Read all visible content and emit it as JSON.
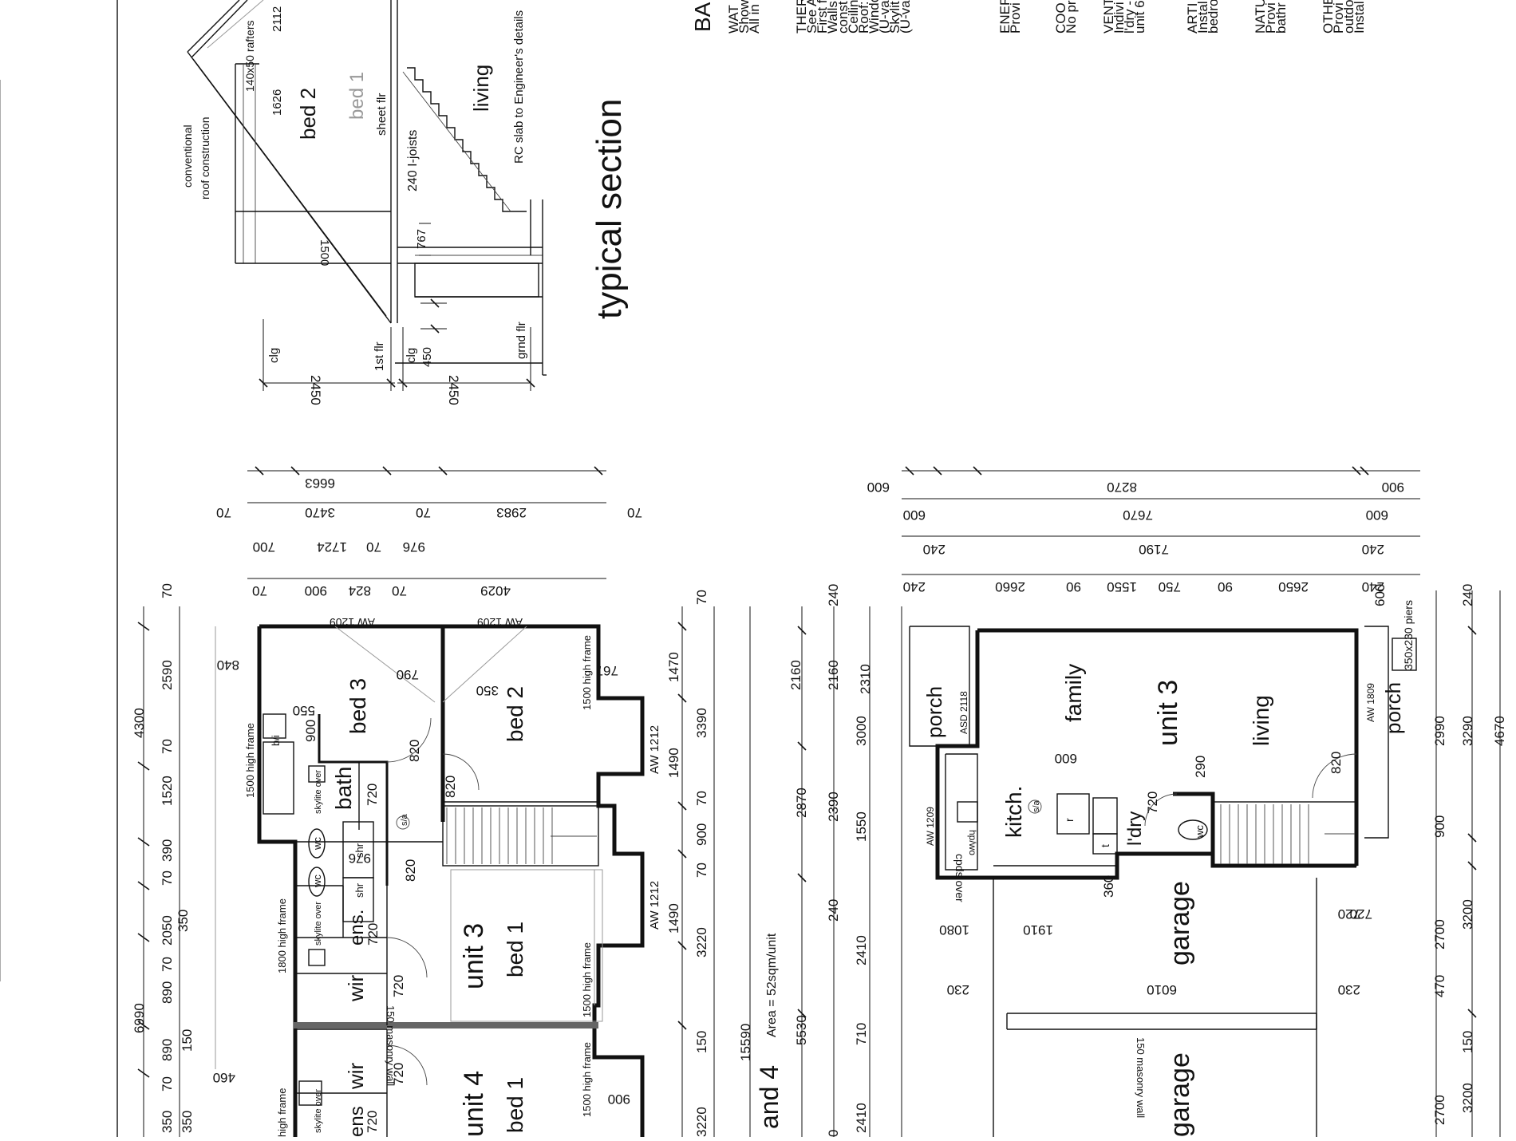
{
  "section": {
    "title": "typical section",
    "labels": {
      "conventional": "conventional",
      "roof_construction": "roof construction",
      "rafters": "140x50 rafters",
      "bed2": "bed 2",
      "bed1": "bed 1",
      "sheet_flr": "sheet flr",
      "i_joists": "240 I-joists",
      "living": "living",
      "rc_slab": "RC slab to Engineer's details",
      "clg_upper": "clg",
      "first_flr": "1st flr",
      "clg_lower": "clg",
      "clg_450": "450",
      "grnd_flr": "grnd flr"
    },
    "dims": [
      "2112",
      "1626",
      "1500",
      "767",
      "2450",
      "2450"
    ]
  },
  "notes": {
    "heading": "BA",
    "lines": [
      [
        "WAT",
        "Show",
        "All in"
      ],
      [
        "THER",
        "See A",
        "First f",
        "Walls",
        "const",
        "Ceilin",
        "Roof:",
        "Windo",
        "(U-va",
        "Skylit",
        "(U-va"
      ],
      [
        "ENER",
        "Provi"
      ],
      [
        "COO",
        "No pr"
      ],
      [
        "VENT",
        "Indivi",
        "l'dry -",
        "unit 6"
      ],
      [
        "ARTI",
        "Instal",
        "bedro"
      ],
      [
        "NATU",
        "Provi",
        "bathr"
      ],
      [
        "OTHE",
        "Provi",
        "outdo",
        "Instal"
      ]
    ]
  },
  "upper_plan": {
    "rooms": {
      "bed3": "bed 3",
      "bed2": "bed 2",
      "bath": "bath",
      "bi": "b/i",
      "wc1": "wc",
      "shr1": "shr",
      "wc2": "wc",
      "shr2": "shr",
      "ens": "ens.",
      "wir": "wir",
      "unit3": "unit 3",
      "bed1": "bed 1",
      "wir4": "wir",
      "ens4": "ens",
      "unit4": "unit 4",
      "bed1_4": "bed 1",
      "skylite1": "skylite over",
      "skylite2": "skylite over",
      "skylite3": "skylite over",
      "sa": "s/a"
    },
    "notes": {
      "frame1500_a": "1500 high frame",
      "frame1500_b": "1500 high frame",
      "frame1500_c": "1500 high frame",
      "frame1500_d": "1500 high frame",
      "frame1800": "1800 high frame",
      "frame_high": "high frame",
      "masonry": "150 masonry wall",
      "aw1209_a": "AW 1209",
      "aw1209_b": "AW 1209",
      "aw1212_a": "AW 1212",
      "aw1212_b": "AW 1212",
      "area": "Area = 52sqm/unit",
      "and4": "and 4"
    },
    "dims_left": [
      "70",
      "2590",
      "4300",
      "70",
      "1520",
      "390",
      "70",
      "2050",
      "350",
      "70",
      "890",
      "6990",
      "890",
      "150",
      "70",
      "350",
      "350"
    ],
    "dims_top": [
      "6663",
      "70",
      "3470",
      "70",
      "2983",
      "70",
      "700",
      "1724",
      "70",
      "976",
      "70",
      "900",
      "824",
      "70",
      "4029"
    ],
    "dims_right": [
      "70",
      "1470",
      "3390",
      "1490",
      "70",
      "900",
      "70",
      "1490",
      "3220",
      "150",
      "15590",
      "3220"
    ],
    "dims_inner": [
      "840",
      "550",
      "900",
      "790",
      "350",
      "767",
      "820",
      "720",
      "820",
      "976",
      "820",
      "720",
      "720",
      "720",
      "460",
      "720",
      "900"
    ]
  },
  "ground_plan": {
    "rooms": {
      "porch1": "porch",
      "asd": "ASD 2118",
      "family": "family",
      "unit3": "unit 3",
      "living": "living",
      "aw1809": "AW 1809",
      "porch2": "porch",
      "kitch": "kitch.",
      "aw1209": "AW 1209",
      "cpds": "cpds over",
      "hpwo": "hp/wo",
      "r": "r",
      "t": "t",
      "ldry": "l'dry",
      "wc": "wc",
      "garage": "garage",
      "garage2": "garage",
      "masonry": "150 masonry wall",
      "piers": "350x230 piers",
      "sa": "s/a"
    },
    "dims_top": [
      "600",
      "8270",
      "900",
      "600",
      "7670",
      "600",
      "240",
      "7190",
      "240",
      "240",
      "2660",
      "90",
      "1550",
      "750",
      "90",
      "2650",
      "240"
    ],
    "dims_left": [
      "240",
      "2160",
      "2160",
      "2310",
      "3000",
      "2870",
      "2390",
      "1550",
      "240",
      "2410",
      "5530",
      "710",
      "2410",
      "0"
    ],
    "dims_right": [
      "600",
      "240",
      "2990",
      "3290",
      "4670",
      "900",
      "3200",
      "2700",
      "470",
      "150",
      "3200",
      "2700"
    ],
    "dims_inner": [
      "600",
      "290",
      "820",
      "720",
      "360",
      "1080",
      "1910",
      "720",
      "230",
      "6010",
      "230",
      "720"
    ]
  }
}
